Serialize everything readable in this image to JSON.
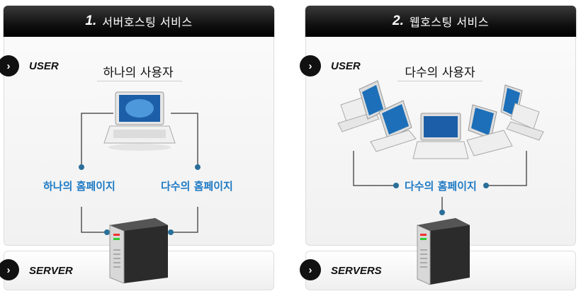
{
  "panels": [
    {
      "number": "1.",
      "title": "서버호스팅 서비스",
      "user_tag": "USER",
      "subtitle": "하나의 사용자",
      "homepage_left": "하나의 홈페이지",
      "homepage_right": "다수의 홈페이지",
      "server_tag": "SERVER"
    },
    {
      "number": "2.",
      "title": "웹호스팅 서비스",
      "user_tag": "USER",
      "subtitle": "다수의 사용자",
      "homepage_center": "다수의 홈페이지",
      "server_tag": "SERVERS"
    }
  ],
  "icons": {
    "arrow": "›",
    "laptop": "laptop-icon",
    "server": "server-tower-icon"
  },
  "colors": {
    "link_blue": "#1e7ac4",
    "connector_dot": "#2a6f99",
    "header_dark": "#111111"
  }
}
